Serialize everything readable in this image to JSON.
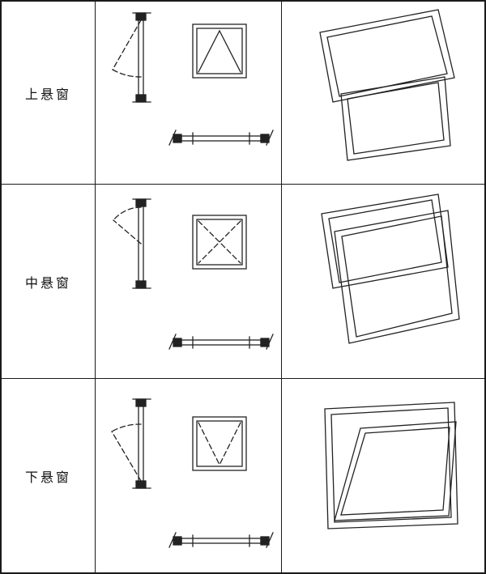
{
  "table": {
    "rows": [
      {
        "label": "上悬窗"
      },
      {
        "label": "中悬窗"
      },
      {
        "label": "下悬窗"
      }
    ]
  },
  "colors": {
    "line": "#222222",
    "border": "#1a1a1a",
    "background": "#ffffff"
  }
}
